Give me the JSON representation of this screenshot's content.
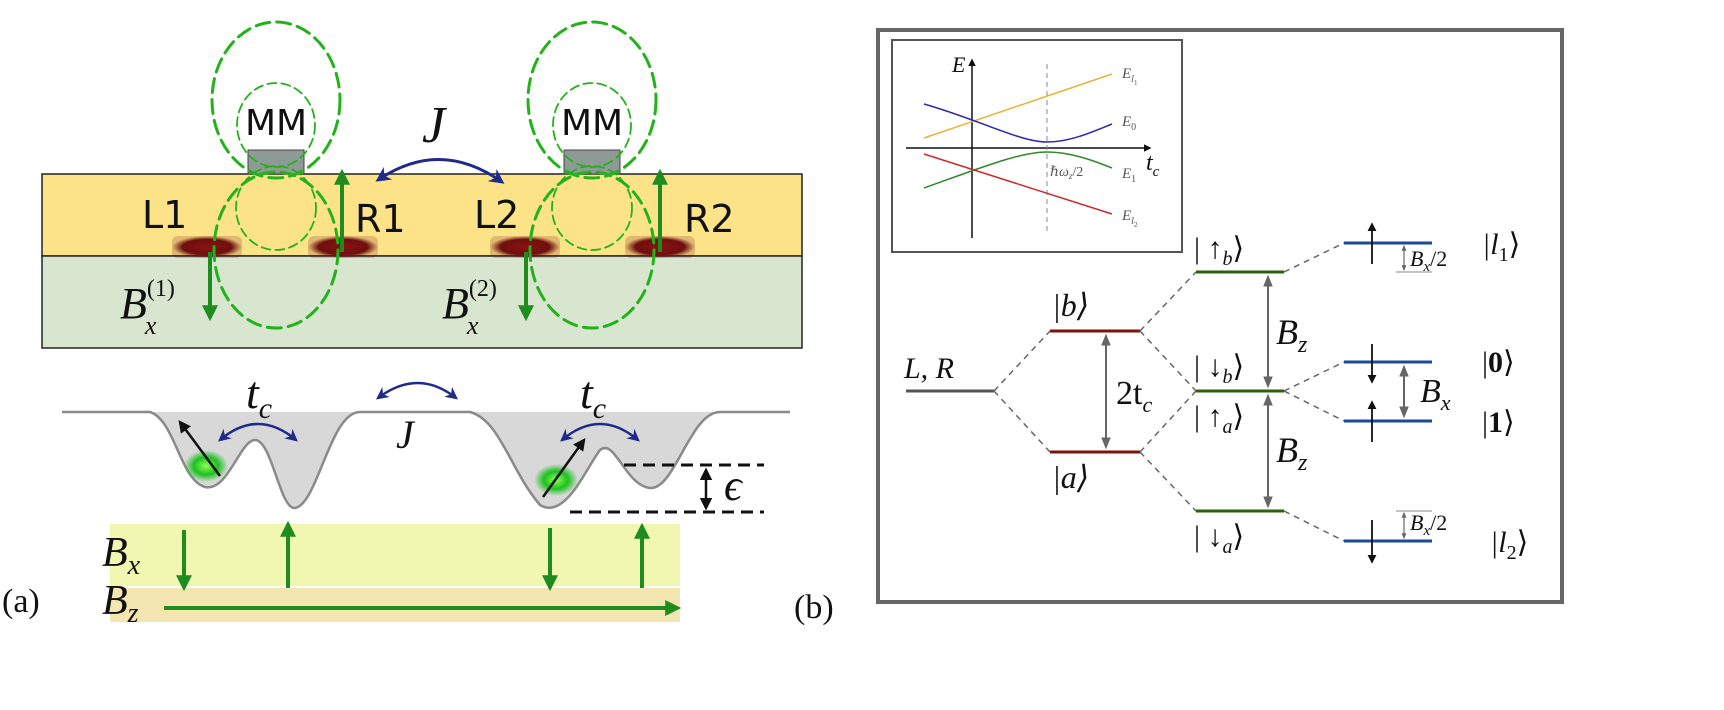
{
  "panel_a": {
    "label": "(a)",
    "magnet_left": "MM",
    "magnet_right": "MM",
    "exchange": "J",
    "dots": {
      "l1": "L1",
      "r1": "R1",
      "l2": "L2",
      "r2": "R2"
    },
    "field_1": {
      "base": "B",
      "sub": "x",
      "sup": "(1)"
    },
    "field_2": {
      "base": "B",
      "sub": "x",
      "sup": "(2)"
    },
    "tunnel_left": {
      "base": "t",
      "sub": "c"
    },
    "tunnel_right": {
      "base": "t",
      "sub": "c"
    },
    "exchange_lower": "J",
    "detuning": "ϵ",
    "bx": {
      "base": "B",
      "sub": "x"
    },
    "bz": {
      "base": "B",
      "sub": "z"
    }
  },
  "panel_b": {
    "label": "(b)",
    "lr": "L, R",
    "ket_b": "|b⟩",
    "ket_a": "|a⟩",
    "splitting": {
      "base": "2t",
      "sub": "c"
    },
    "up_b": {
      "pre": "| ↑",
      "sub": "b",
      "post": "⟩"
    },
    "down_b": {
      "pre": "| ↓",
      "sub": "b",
      "post": "⟩"
    },
    "up_a": {
      "pre": "| ↑",
      "sub": "a",
      "post": "⟩"
    },
    "down_a": {
      "pre": "| ↓",
      "sub": "a",
      "post": "⟩"
    },
    "bz_upper": {
      "base": "B",
      "sub": "z"
    },
    "bz_lower": {
      "base": "B",
      "sub": "z"
    },
    "bx": {
      "base": "B",
      "sub": "x"
    },
    "bx_half_top": {
      "base": "B",
      "sub": "x",
      "post": "/2"
    },
    "bx_half_bottom": {
      "base": "B",
      "sub": "x",
      "post": "/2"
    },
    "l1": {
      "pre": "|l",
      "sub": "1",
      "post": "⟩"
    },
    "zero": {
      "pre": "|",
      "bold": "0",
      "post": "⟩"
    },
    "one": {
      "pre": "|",
      "bold": "1",
      "post": "⟩"
    },
    "l2": {
      "pre": "|l",
      "sub": "2",
      "post": "⟩"
    },
    "inset": {
      "axis_y": "E",
      "axis_x": {
        "base": "t",
        "sub": "c"
      },
      "e_l1": {
        "base": "E",
        "sub": "l",
        "subsub": "1"
      },
      "e_0": {
        "base": "E",
        "sub": "0"
      },
      "e_1": {
        "base": "E",
        "sub": "1"
      },
      "e_l2": {
        "base": "E",
        "sub": "l",
        "subsub": "2"
      },
      "hw": {
        "pre": "ℏω",
        "sub": "z",
        "post": "/2"
      }
    }
  },
  "colors": {
    "green_field": "#22b21a",
    "arrow_green": "#1e8c1e",
    "navy": "#1f2a8a",
    "dot_red": "#6e0f0f",
    "level_red": "#7a1010",
    "level_green": "#2e5e10",
    "level_blue": "#1b4a9a",
    "substrate_top": "#fde388",
    "substrate_bottom": "#d9e6cf",
    "bx_band": "#f1f7b1",
    "bz_band": "#f4e6b0",
    "inset_orange": "#e8b33a",
    "inset_blue": "#2a2ab0",
    "inset_green": "#2a8a2a",
    "inset_red": "#cc2a2a"
  }
}
